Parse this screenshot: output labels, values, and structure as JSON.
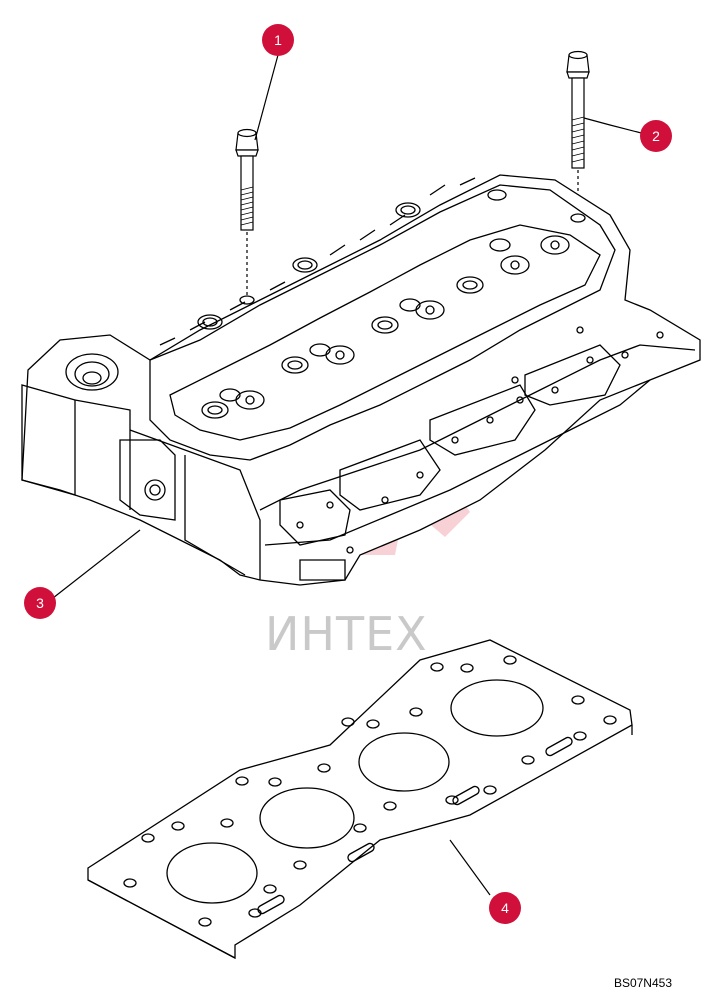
{
  "watermark": {
    "text": "ИНТЕХ",
    "gear_color": "#f6c9cf"
  },
  "callouts": [
    {
      "number": "1",
      "part": "bolt"
    },
    {
      "number": "2",
      "part": "bolt"
    },
    {
      "number": "3",
      "part": "cylinder-head"
    },
    {
      "number": "4",
      "part": "head-gasket"
    }
  ],
  "drawing_code": "BS07N453",
  "colors": {
    "callout": "#d0103a",
    "line": "#000000"
  }
}
